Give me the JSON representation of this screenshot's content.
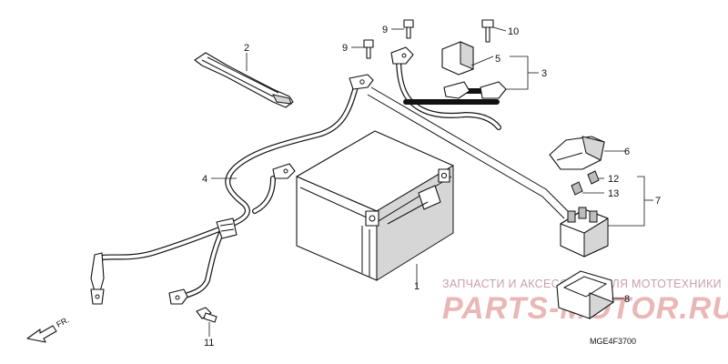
{
  "diagram": {
    "callouts": [
      "1",
      "2",
      "3",
      "4",
      "5",
      "6",
      "7",
      "8",
      "9",
      "9",
      "10",
      "11",
      "12",
      "13"
    ],
    "direction_label": "FR.",
    "diagram_code": "MGE4F3700"
  },
  "watermark": {
    "tagline": "ЗАПЧАСТИ И АКСЕССУАРЫ ДЛЯ МОТОТЕХНИКИ",
    "brand": "PARTS-MOTOR.RU"
  }
}
